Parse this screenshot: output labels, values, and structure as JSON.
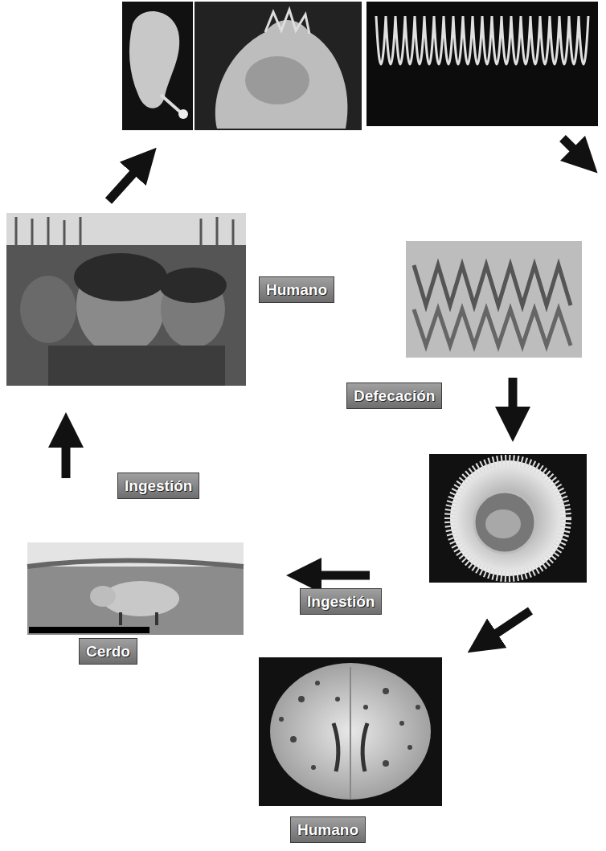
{
  "diagram": {
    "nodes": [
      {
        "text": [
          "Humano"
        ]
      },
      {
        "text": [
          "Defecación"
        ]
      },
      {
        "text": [
          "Ingestión"
        ]
      },
      {
        "text": [
          "Ingestión"
        ]
      },
      {
        "text": [
          "Cerdo"
        ]
      },
      {
        "text": [
          "Humano"
        ]
      }
    ]
  }
}
